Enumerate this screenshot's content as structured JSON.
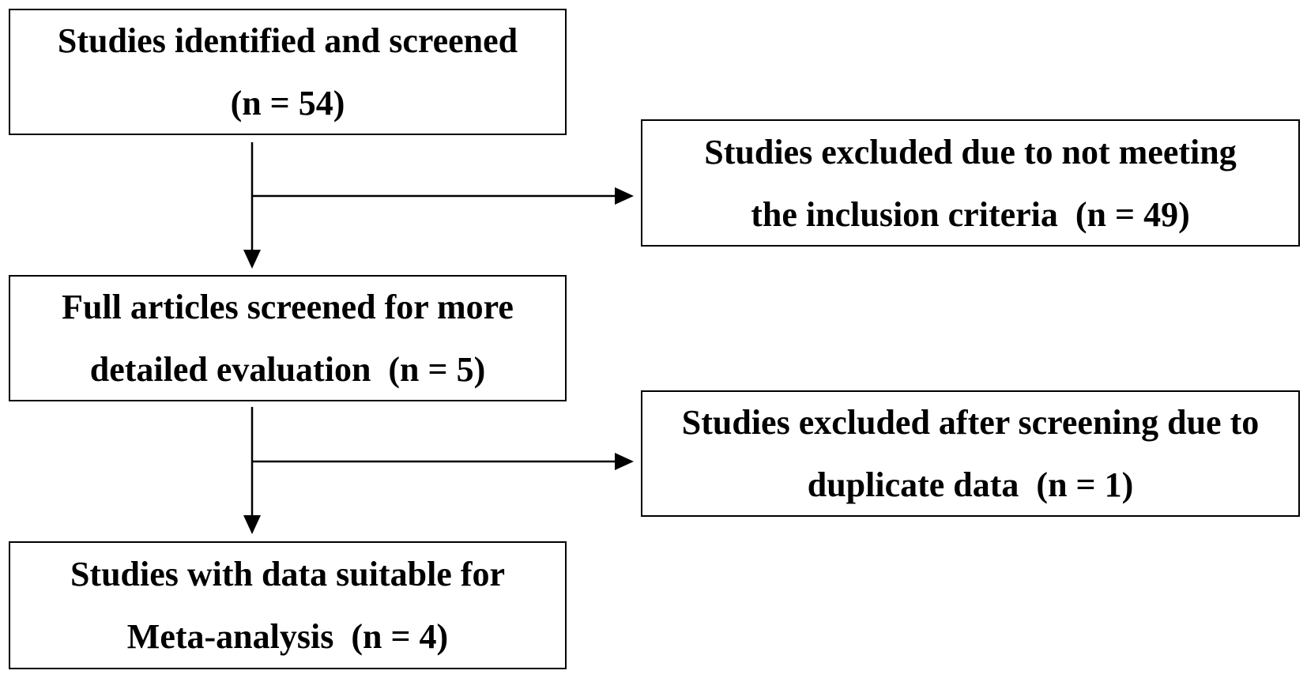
{
  "flowchart": {
    "identified": {
      "line1": "Studies identified and screened",
      "line2": "(n = 54)"
    },
    "excluded_criteria": {
      "line1": "Studies excluded due to not meeting",
      "line2": "the inclusion criteria  (n = 49)"
    },
    "full_articles": {
      "line1": "Full articles screened for more",
      "line2": "detailed evaluation  (n = 5)"
    },
    "excluded_duplicate": {
      "line1": "Studies excluded after screening due to",
      "line2": "duplicate data  (n = 1)"
    },
    "included": {
      "line1": "Studies with data suitable for",
      "line2": "Meta-analysis  (n = 4)"
    }
  }
}
